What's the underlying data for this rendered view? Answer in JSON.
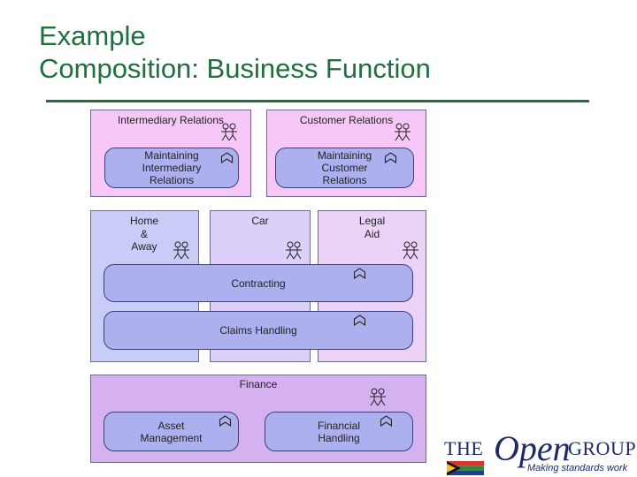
{
  "title": {
    "line1": "Example",
    "line2": "Composition: Business Function"
  },
  "colors": {
    "title": "#1f6f3f",
    "function_fill": "#adb0ee",
    "function_border": "#3d3f7a"
  },
  "roles": {
    "intermediary": {
      "label": "Intermediary Relations",
      "function": "Maintaining\nIntermediary\nRelations"
    },
    "customer": {
      "label": "Customer Relations",
      "function": "Maintaining\nCustomer\nRelations"
    },
    "home_away": {
      "label": "Home\n&\nAway"
    },
    "car": {
      "label": "Car"
    },
    "legal_aid": {
      "label": "Legal\nAid"
    },
    "finance": {
      "label": "Finance",
      "function_asset": "Asset\nManagement",
      "function_financial": "Financial\nHandling"
    }
  },
  "shared_functions": {
    "contracting": "Contracting",
    "claims": "Claims Handling"
  },
  "icons": {
    "actor": "actor-icon",
    "function": "function-icon"
  },
  "logo": {
    "the": "THE",
    "open": "Open",
    "group": "GROUP",
    "tagline": "Making standards work"
  }
}
